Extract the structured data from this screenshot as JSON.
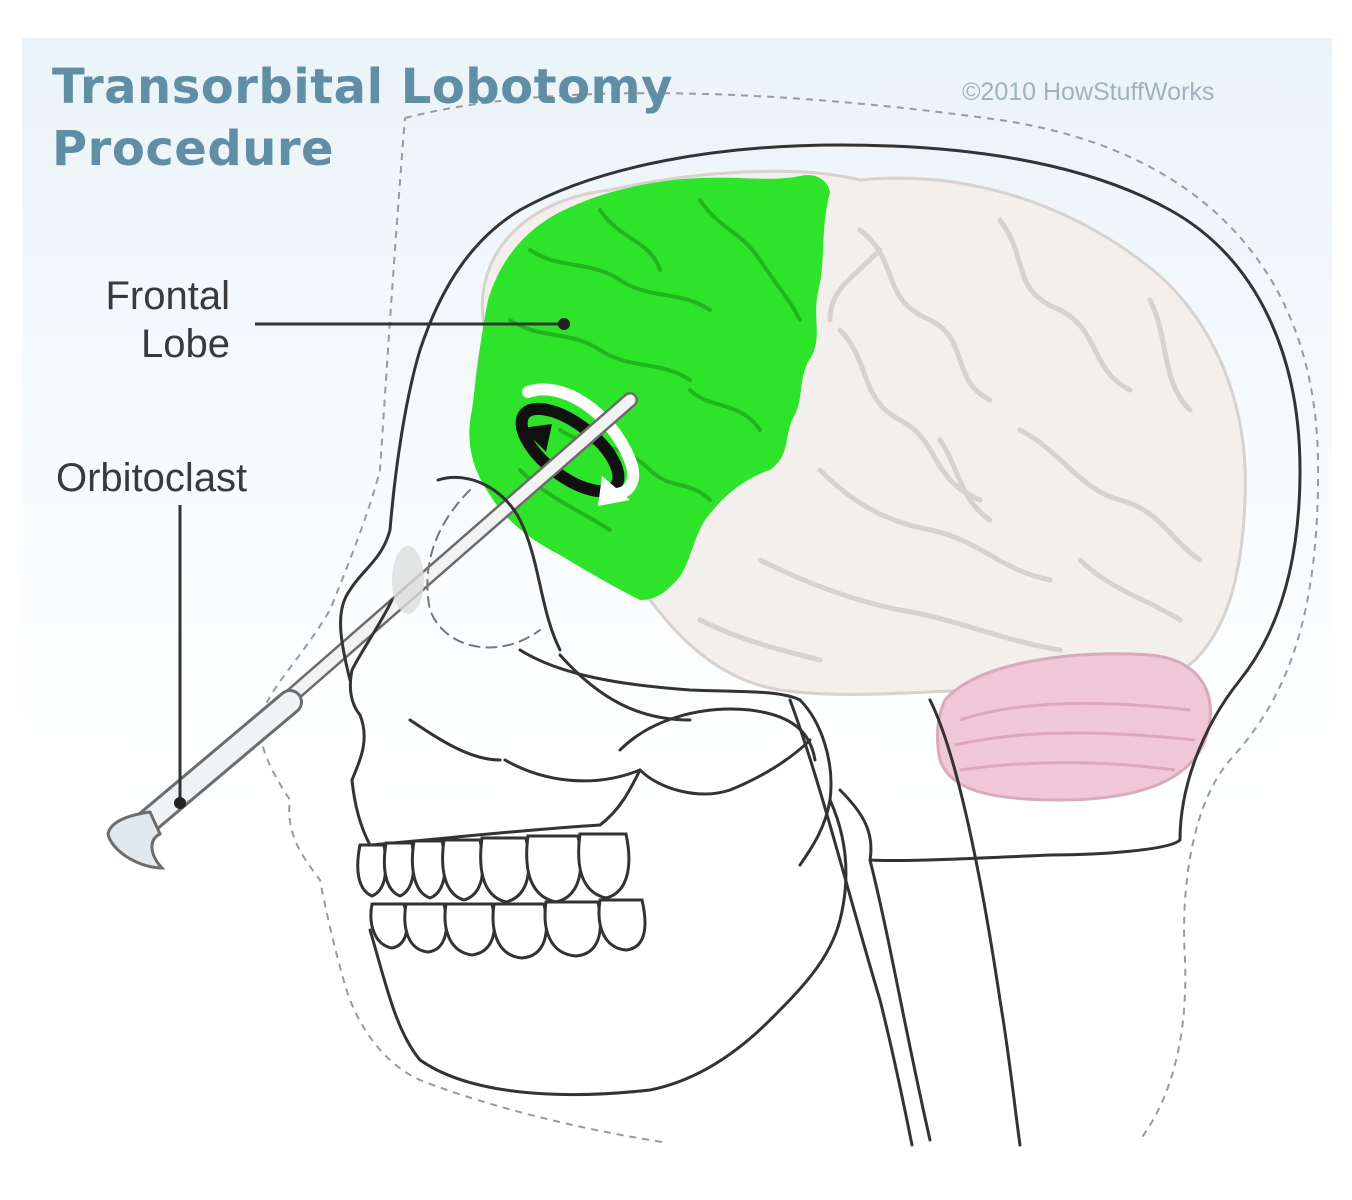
{
  "title": {
    "line1": "Transorbital Lobotomy",
    "line2": "Procedure"
  },
  "copyright": "©2010 HowStuffWorks",
  "labels": {
    "frontal_lobe_line1": "Frontal",
    "frontal_lobe_line2": "Lobe",
    "orbitoclast": "Orbitoclast"
  },
  "colors": {
    "title": "#5f8ea5",
    "frontal_lobe": "#2ee42b",
    "brain": "#f3efed",
    "cerebellum": "#efc7d6",
    "outline": "#222222"
  }
}
